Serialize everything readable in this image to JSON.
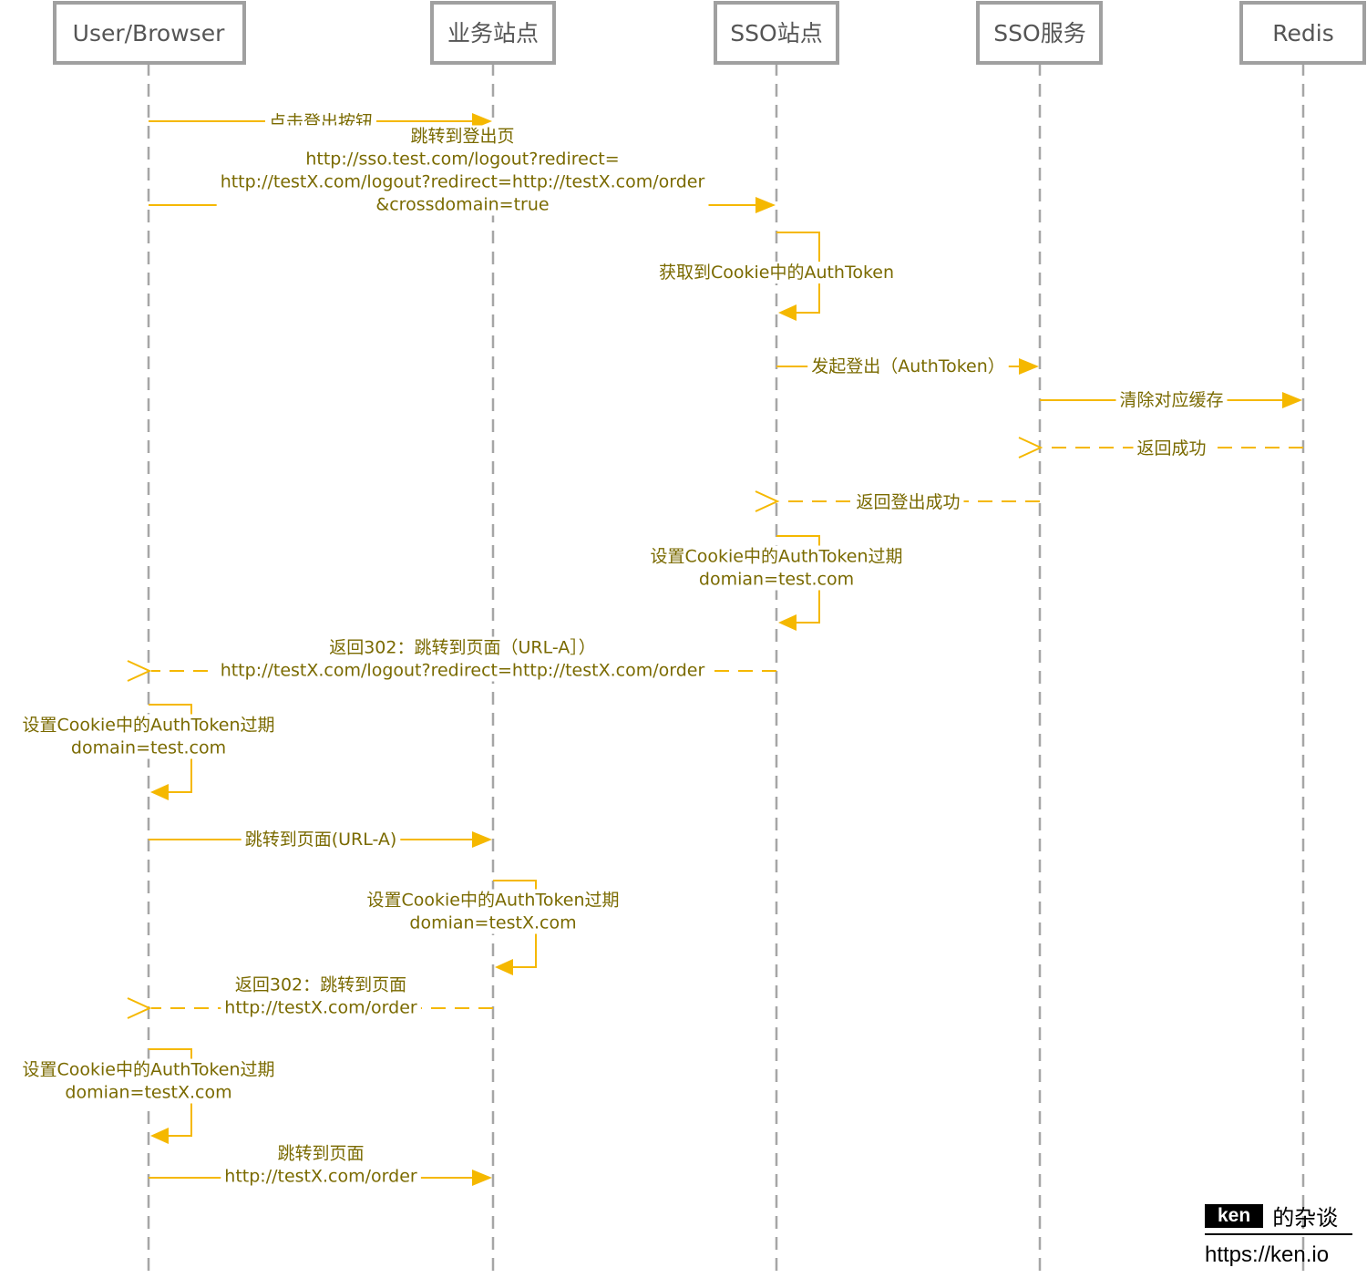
{
  "colors": {
    "message": "#f5b800",
    "label_text": "#7a6a00",
    "lifeline": "#a6a6a6",
    "box_border": "#a0a0a0"
  },
  "participants": [
    "User/Browser",
    "业务站点",
    "SSO站点",
    "SSO服务",
    "Redis"
  ],
  "messages": [
    {
      "from": 0,
      "to": 1,
      "kind": "sync",
      "lines": [
        "点击登出按钮"
      ]
    },
    {
      "from": 0,
      "to": 2,
      "kind": "sync",
      "lines": [
        "跳转到登出页",
        "http://sso.test.com/logout?redirect=",
        "http://testX.com/logout?redirect=http://testX.com/order",
        "&crossdomain=true"
      ]
    },
    {
      "from": 2,
      "to": 2,
      "kind": "self",
      "lines": [
        "获取到Cookie中的AuthToken"
      ]
    },
    {
      "from": 2,
      "to": 3,
      "kind": "sync",
      "lines": [
        "发起登出（AuthToken）"
      ]
    },
    {
      "from": 3,
      "to": 4,
      "kind": "sync",
      "lines": [
        "清除对应缓存"
      ]
    },
    {
      "from": 4,
      "to": 3,
      "kind": "return",
      "lines": [
        "返回成功"
      ]
    },
    {
      "from": 3,
      "to": 2,
      "kind": "return",
      "lines": [
        "返回登出成功"
      ]
    },
    {
      "from": 2,
      "to": 2,
      "kind": "self",
      "lines": [
        "设置Cookie中的AuthToken过期",
        "domian=test.com"
      ]
    },
    {
      "from": 2,
      "to": 0,
      "kind": "return",
      "lines": [
        "返回302：跳转到页面（URL-A］）",
        "http://testX.com/logout?redirect=http://testX.com/order"
      ]
    },
    {
      "from": 0,
      "to": 0,
      "kind": "self",
      "lines": [
        "设置Cookie中的AuthToken过期",
        "domain=test.com"
      ]
    },
    {
      "from": 0,
      "to": 1,
      "kind": "sync",
      "lines": [
        "跳转到页面(URL-A)"
      ]
    },
    {
      "from": 1,
      "to": 1,
      "kind": "self",
      "lines": [
        "设置Cookie中的AuthToken过期",
        "domian=testX.com"
      ]
    },
    {
      "from": 1,
      "to": 0,
      "kind": "return",
      "lines": [
        "返回302：跳转到页面",
        "http://testX.com/order"
      ]
    },
    {
      "from": 0,
      "to": 0,
      "kind": "self",
      "lines": [
        "设置Cookie中的AuthToken过期",
        "domian=testX.com"
      ]
    },
    {
      "from": 0,
      "to": 1,
      "kind": "sync",
      "lines": [
        "跳转到页面",
        "http://testX.com/order"
      ]
    }
  ],
  "brand": {
    "name": "ken",
    "tagline": "的杂谈",
    "url": "https://ken.io"
  }
}
